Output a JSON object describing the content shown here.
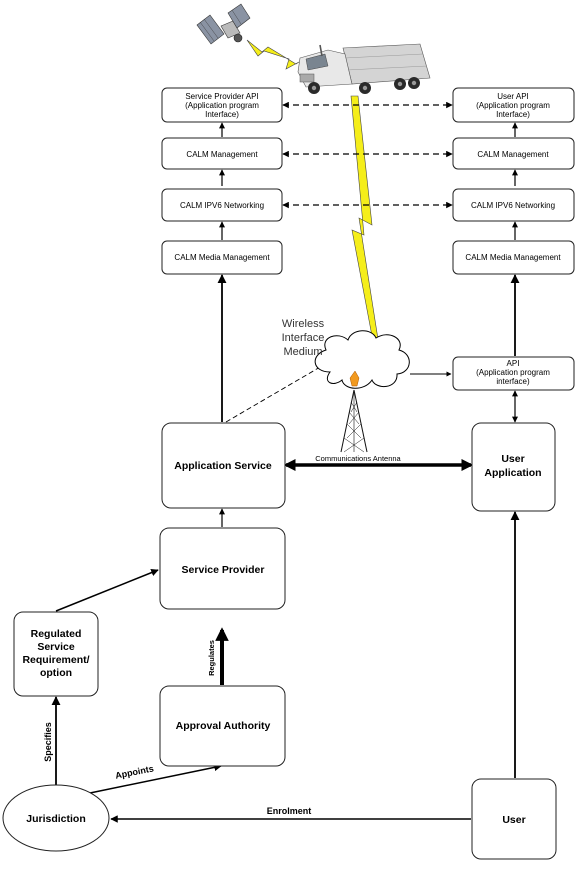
{
  "nodes": {
    "sp_api": [
      "Service Provider API",
      "(Application program",
      "Interface)"
    ],
    "user_api": [
      "User API",
      "(Application program",
      "Interface)"
    ],
    "calm_mgmt_left": "CALM Management",
    "calm_mgmt_right": "CALM Management",
    "calm_ipv6_left": "CALM IPV6 Networking",
    "calm_ipv6_right": "CALM IPV6 Networking",
    "calm_media_left": "CALM Media Management",
    "calm_media_right": "CALM Media Management",
    "api_right": [
      "API",
      "(Application program",
      "interface)"
    ],
    "application_service": "Application Service",
    "user_application": [
      "User",
      "Application"
    ],
    "service_provider": "Service Provider",
    "regulated_service": [
      "Regulated",
      "Service",
      "Requirement/",
      "option"
    ],
    "approval_authority": "Approval Authority",
    "jurisdiction": "Jurisdiction",
    "user": "User"
  },
  "labels": {
    "wireless": [
      "Wireless",
      "Interface",
      "Medium"
    ],
    "communications_antenna": "Communications Antenna",
    "regulates": "Regulates",
    "specifies": "Specifies",
    "appoints": "Appoints",
    "enrolment": "Enrolment"
  },
  "icons": [
    "satellite-icon",
    "truck-icon",
    "cloud-icon",
    "antenna-tower-icon",
    "lightning-bolt-icon"
  ],
  "colors": {
    "lightning": "#f5ee1a",
    "antenna_spark": "#f29a1f"
  }
}
